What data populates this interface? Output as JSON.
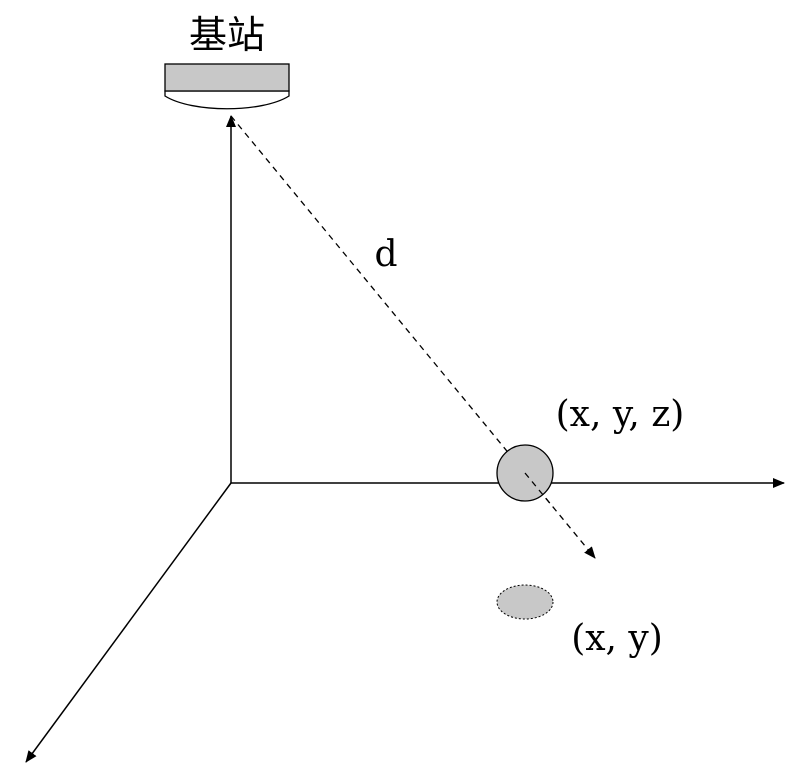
{
  "labels": {
    "base_station": "基站",
    "distance": "d",
    "point_3d": "(x, y, z)",
    "point_2d": "(x, y)"
  },
  "colors": {
    "stroke": "#000000",
    "fill_gray": "#c8c8c8",
    "background": "#ffffff"
  }
}
